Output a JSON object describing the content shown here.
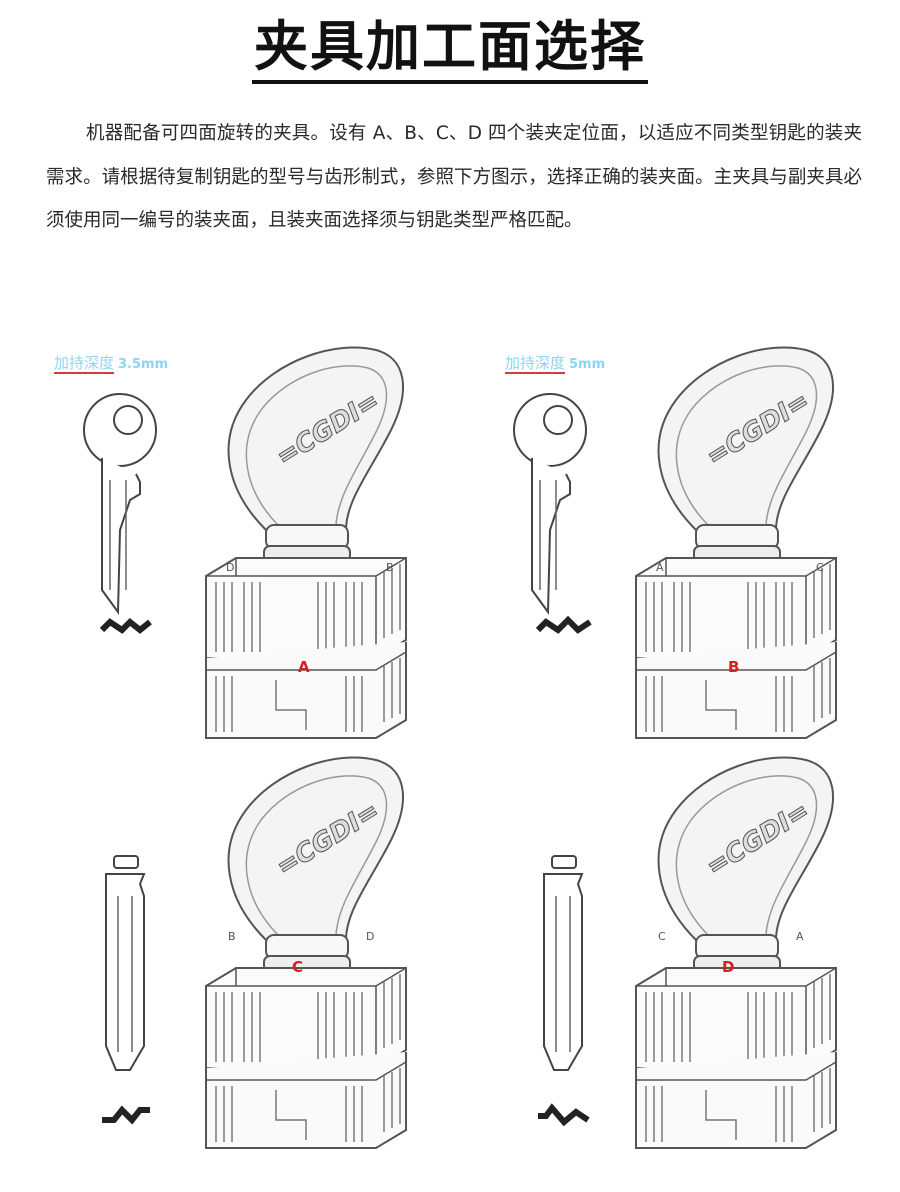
{
  "title": "夹具加工面选择",
  "intro": "机器配备可四面旋转的夹具。设有 A、B、C、D 四个装夹定位面，以适应不同类型钥匙的装夹需求。请根据待复制钥匙的型号与齿形制式，参照下方图示，选择正确的装夹面。主夹具与副夹具必须使用同一编号的装夹面，且装夹面选择须与钥匙类型严格匹配。",
  "brand": "=CGDI=",
  "panels": [
    {
      "depth_label": "加持深度",
      "depth_value": "3.5mm",
      "face": "A",
      "left_face": "D",
      "right_face": "B"
    },
    {
      "depth_label": "加持深度",
      "depth_value": "5mm",
      "face": "B",
      "left_face": "A",
      "right_face": "C"
    },
    {
      "face": "C",
      "left_face": "B",
      "right_face": "D"
    },
    {
      "face": "D",
      "left_face": "C",
      "right_face": "A"
    }
  ],
  "colors": {
    "accent_red": "#d42020",
    "depth_blue": "#8ed4f2",
    "line": "#555555"
  }
}
